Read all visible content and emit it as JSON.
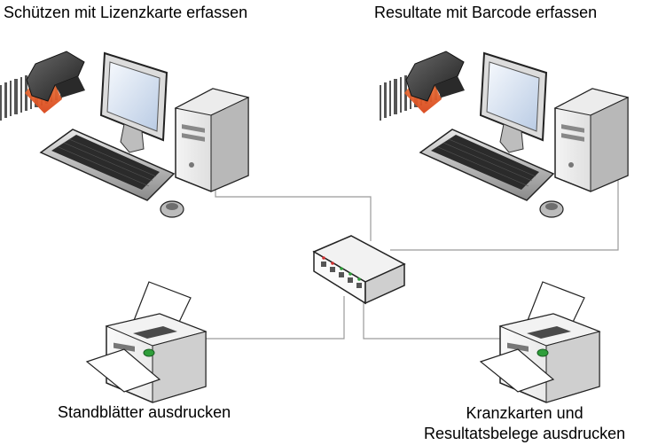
{
  "labels": {
    "top_left": "Schützen mit Lizenzkarte erfassen",
    "top_right": "Resultate mit Barcode erfassen",
    "bottom_left": "Standblätter ausdrucken",
    "bottom_right_line1": "Kranzkarten und",
    "bottom_right_line2": "Resultatsbelege ausdrucken"
  },
  "icons": {
    "workstation": "computer-with-barcode-scanner-icon",
    "network_switch": "network-switch-icon",
    "printer": "printer-icon"
  },
  "colors": {
    "scanner_beam": "#e8622a",
    "cable": "#9a9a9a",
    "led_red": "#d03030",
    "led_green": "#2f9e3a"
  }
}
